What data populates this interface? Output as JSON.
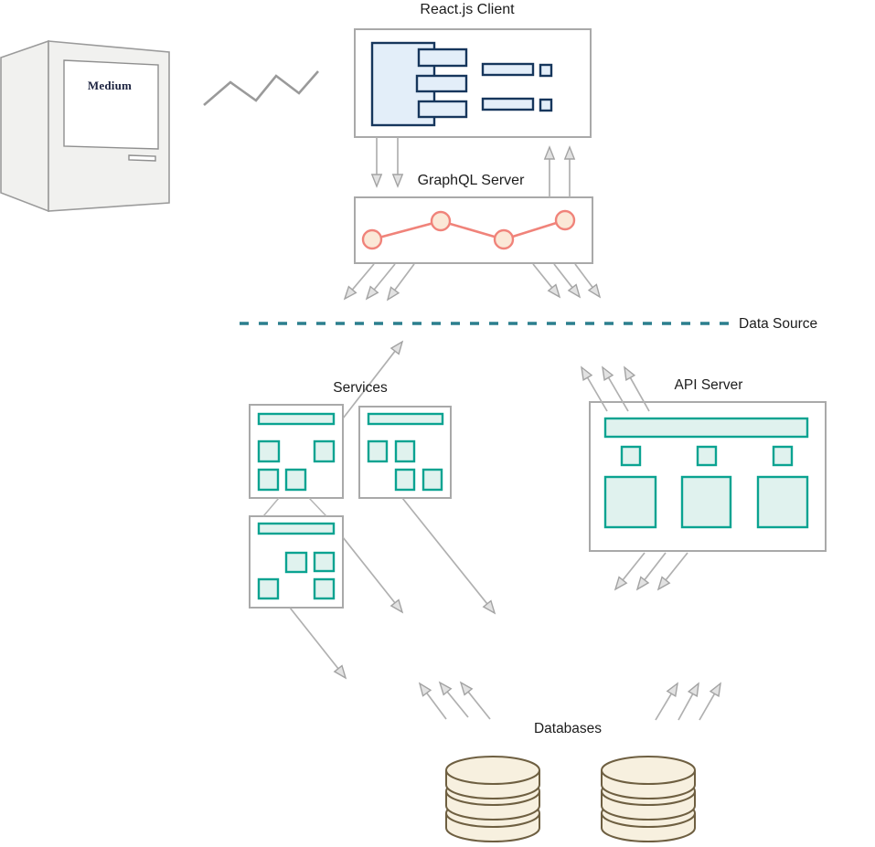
{
  "diagram": {
    "labels": {
      "client": "React.js Client",
      "graphql": "GraphQL Server",
      "data_source": "Data Source",
      "services": "Services",
      "api_server": "API Server",
      "databases": "Databases",
      "computer_screen": "Medium"
    },
    "icons": [
      "computer-icon",
      "zigzag-signal-icon",
      "component-blocks-icon",
      "line-chart-icon",
      "service-card-icon",
      "database-cylinder-icon"
    ],
    "colors": {
      "navy": "#16365c",
      "navy_fill": "#e3eef9",
      "teal": "#0aa391",
      "teal_fill": "#e0f2ee",
      "salmon": "#f0837a",
      "salmon_fill": "#fbe8d7",
      "dash_teal": "#2b7f8e",
      "db_fill": "#f7f0df",
      "db_stroke": "#6e5f41",
      "box_border": "#a9a9a9",
      "arrow": "#b0b0b0",
      "computer_fill": "#f1f1ef",
      "label_color": "#1c1c1c"
    }
  }
}
